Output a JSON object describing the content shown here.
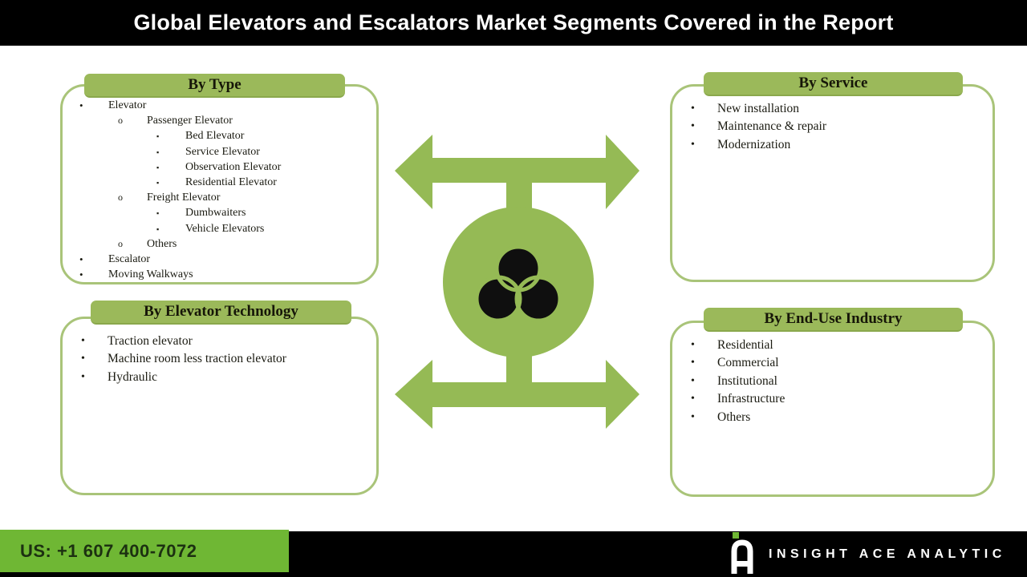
{
  "title": "Global Elevators and Escalators Market Segments Covered in the Report",
  "boxes": [
    {
      "title": "By Type",
      "items": [
        {
          "level": 1,
          "label": "Elevator"
        },
        {
          "level": 2,
          "label": "Passenger Elevator"
        },
        {
          "level": 3,
          "label": "Bed Elevator"
        },
        {
          "level": 3,
          "label": "Service Elevator"
        },
        {
          "level": 3,
          "label": "Observation Elevator"
        },
        {
          "level": 3,
          "label": "Residential Elevator"
        },
        {
          "level": 2,
          "label": "Freight Elevator"
        },
        {
          "level": 3,
          "label": "Dumbwaiters"
        },
        {
          "level": 3,
          "label": "Vehicle Elevators"
        },
        {
          "level": 2,
          "label": "Others"
        },
        {
          "level": 1,
          "label": "Escalator"
        },
        {
          "level": 1,
          "label": "Moving Walkways"
        }
      ]
    },
    {
      "title": "By Service",
      "items": [
        {
          "level": 1,
          "label": "New installation"
        },
        {
          "level": 1,
          "label": "Maintenance & repair"
        },
        {
          "level": 1,
          "label": "Modernization"
        }
      ]
    },
    {
      "title": "By Elevator Technology",
      "items": [
        {
          "level": 1,
          "label": "Traction elevator"
        },
        {
          "level": 1,
          "label": "Machine room less traction elevator"
        },
        {
          "level": 1,
          "label": "Hydraulic"
        }
      ]
    },
    {
      "title": "By End-Use Industry",
      "items": [
        {
          "level": 1,
          "label": "Residential"
        },
        {
          "level": 1,
          "label": "Commercial"
        },
        {
          "level": 1,
          "label": "Institutional"
        },
        {
          "level": 1,
          "label": "Infrastructure"
        },
        {
          "level": 1,
          "label": "Others"
        }
      ]
    }
  ],
  "bullets": {
    "1": "•",
    "2": "o",
    "3": "▪"
  },
  "footer": {
    "phone": "US: +1 607 400-7072",
    "brand": "INSIGHT ACE ANALYTIC"
  },
  "colors": {
    "accent_green": "#95ba55",
    "header_green": "#9bb95a",
    "border_green": "#a9c479",
    "footer_green": "#6fb734",
    "bar_black": "#000000",
    "title_text": "#ffffff"
  }
}
